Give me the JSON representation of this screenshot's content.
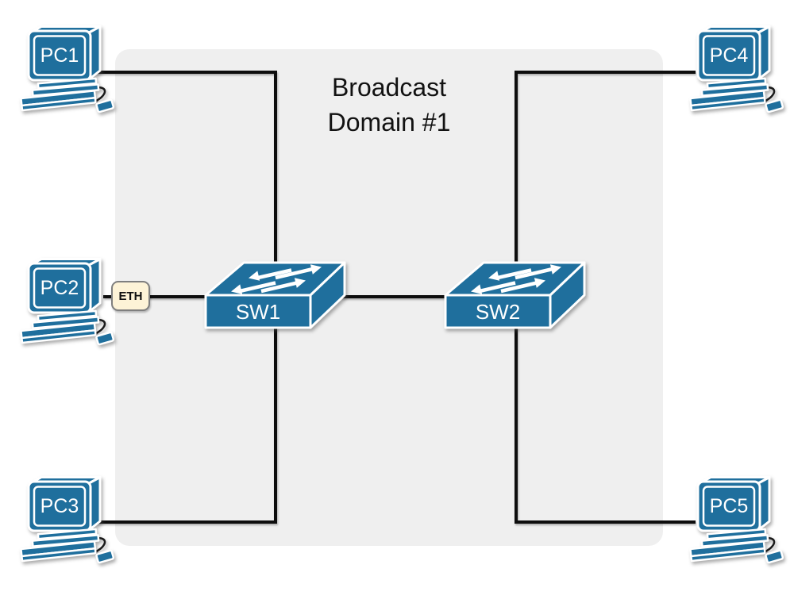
{
  "diagram": {
    "title_lines": [
      "Broadcast",
      "Domain #1"
    ],
    "type": "network-topology"
  },
  "devices": [
    {
      "id": "pc1",
      "label": "PC1",
      "type": "pc"
    },
    {
      "id": "pc2",
      "label": "PC2",
      "type": "pc"
    },
    {
      "id": "pc3",
      "label": "PC3",
      "type": "pc"
    },
    {
      "id": "pc4",
      "label": "PC4",
      "type": "pc"
    },
    {
      "id": "pc5",
      "label": "PC5",
      "type": "pc"
    },
    {
      "id": "sw1",
      "label": "SW1",
      "type": "switch"
    },
    {
      "id": "sw2",
      "label": "SW2",
      "type": "switch"
    }
  ],
  "port_label": {
    "text": "ETH",
    "attached_to": "PC2-SW1 link"
  },
  "connections": [
    {
      "from": "PC1",
      "to": "SW1"
    },
    {
      "from": "PC2",
      "to": "SW1",
      "port": "ETH"
    },
    {
      "from": "PC3",
      "to": "SW1"
    },
    {
      "from": "SW1",
      "to": "SW2"
    },
    {
      "from": "PC4",
      "to": "SW2"
    },
    {
      "from": "PC5",
      "to": "SW2"
    }
  ],
  "colors": {
    "device_blue": "#1f6f9d",
    "line_black": "#0d0d0d",
    "domain_fill": "#efefef",
    "eth_fill": "#fdf3d7",
    "eth_border": "#7f7f7f",
    "label_white": "#ffffff"
  }
}
